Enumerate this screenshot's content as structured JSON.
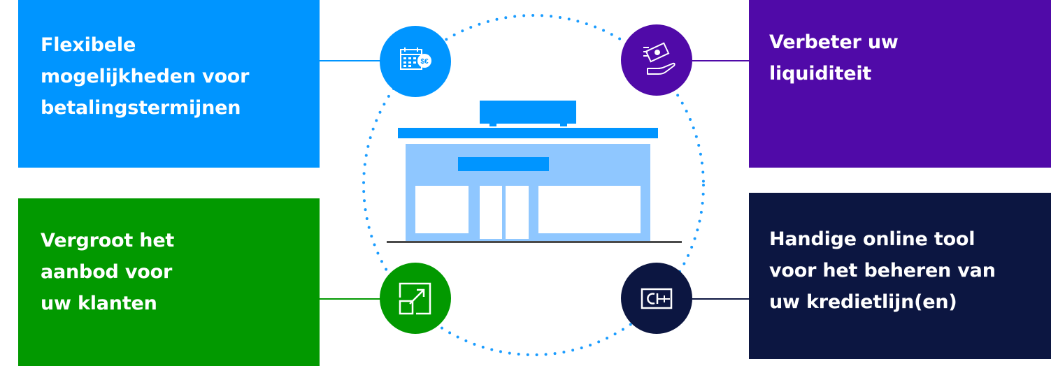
{
  "colors": {
    "blue": "#0095ff",
    "purple": "#500aa8",
    "green": "#029900",
    "navy": "#0c1641",
    "building_light": "#8fc7ff",
    "dots": "#1a9cff",
    "ground": "#4a4a4a"
  },
  "boxes": {
    "top_left": {
      "lines": [
        "Flexibele",
        "mogelijkheden voor",
        "betalingstermijnen"
      ],
      "icon": "calendar-currency-icon"
    },
    "top_right": {
      "lines": [
        "Verbeter uw",
        "liquiditeit"
      ],
      "icon": "hand-money-icon"
    },
    "bottom_left": {
      "lines": [
        "Vergroot het",
        "aanbod voor",
        "uw klanten"
      ],
      "icon": "expand-arrow-icon"
    },
    "bottom_right": {
      "lines": [
        "Handige online tool",
        "voor het beheren van",
        "uw kredietlijn(en)"
      ],
      "icon": "credit-card-icon"
    }
  },
  "center": {
    "illustration": "store-building-icon"
  }
}
